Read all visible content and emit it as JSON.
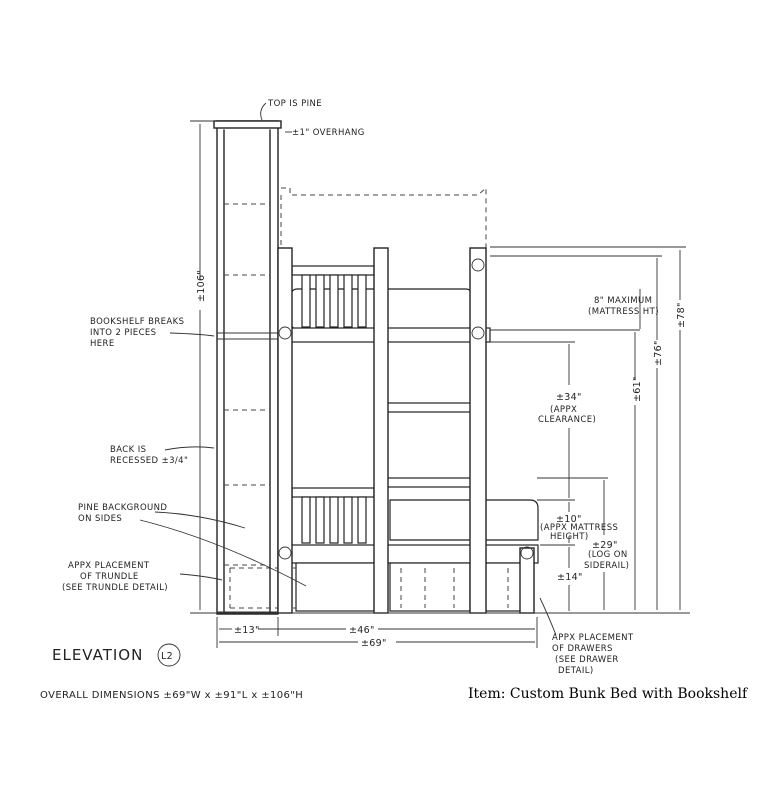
{
  "labels": {
    "top_is_pine": "TOP IS PINE",
    "overhang": "±1\" OVERHANG",
    "height_106": "±106\"",
    "bookshelf_breaks_1": "BOOKSHELF BREAKS",
    "bookshelf_breaks_2": "INTO 2 PIECES",
    "bookshelf_breaks_3": "HERE",
    "back_recessed_1": "BACK IS",
    "back_recessed_2": "RECESSED ±3/4\"",
    "pine_background_1": "PINE BACKGROUND",
    "pine_background_2": "ON SIDES",
    "trundle_1": "APPX PLACEMENT",
    "trundle_2": "OF TRUNDLE",
    "trundle_3": "(SEE TRUNDLE DETAIL)",
    "mattress_max_1": "8\" MAXIMUM",
    "mattress_max_2": "(MATTRESS HT)",
    "clearance_1": "±34\"",
    "clearance_2": "(APPX",
    "clearance_3": "CLEARANCE)",
    "mattress_height_1": "±10\"",
    "mattress_height_2": "(APPX MATTRESS",
    "mattress_height_3": "HEIGHT)",
    "log_siderail_1": "±29\"",
    "log_siderail_2": "(LOG ON",
    "log_siderail_3": "SIDERAIL)",
    "dim_14": "±14\"",
    "dim_61": "±61\"",
    "dim_76": "±76\"",
    "dim_78": "±78\"",
    "dim_13": "±13\"",
    "dim_46": "±46\"",
    "dim_69": "±69\"",
    "drawers_1": "APPX PLACEMENT",
    "drawers_2": "OF DRAWERS",
    "drawers_3": "(SEE DRAWER",
    "drawers_4": "DETAIL)",
    "elevation": "ELEVATION",
    "elevation_tag": "L2",
    "overall": "OVERALL DIMENSIONS  ±69\"W  x  ±91\"L  x  ±106\"H"
  },
  "item_caption": "Item: Custom Bunk Bed with Bookshelf"
}
